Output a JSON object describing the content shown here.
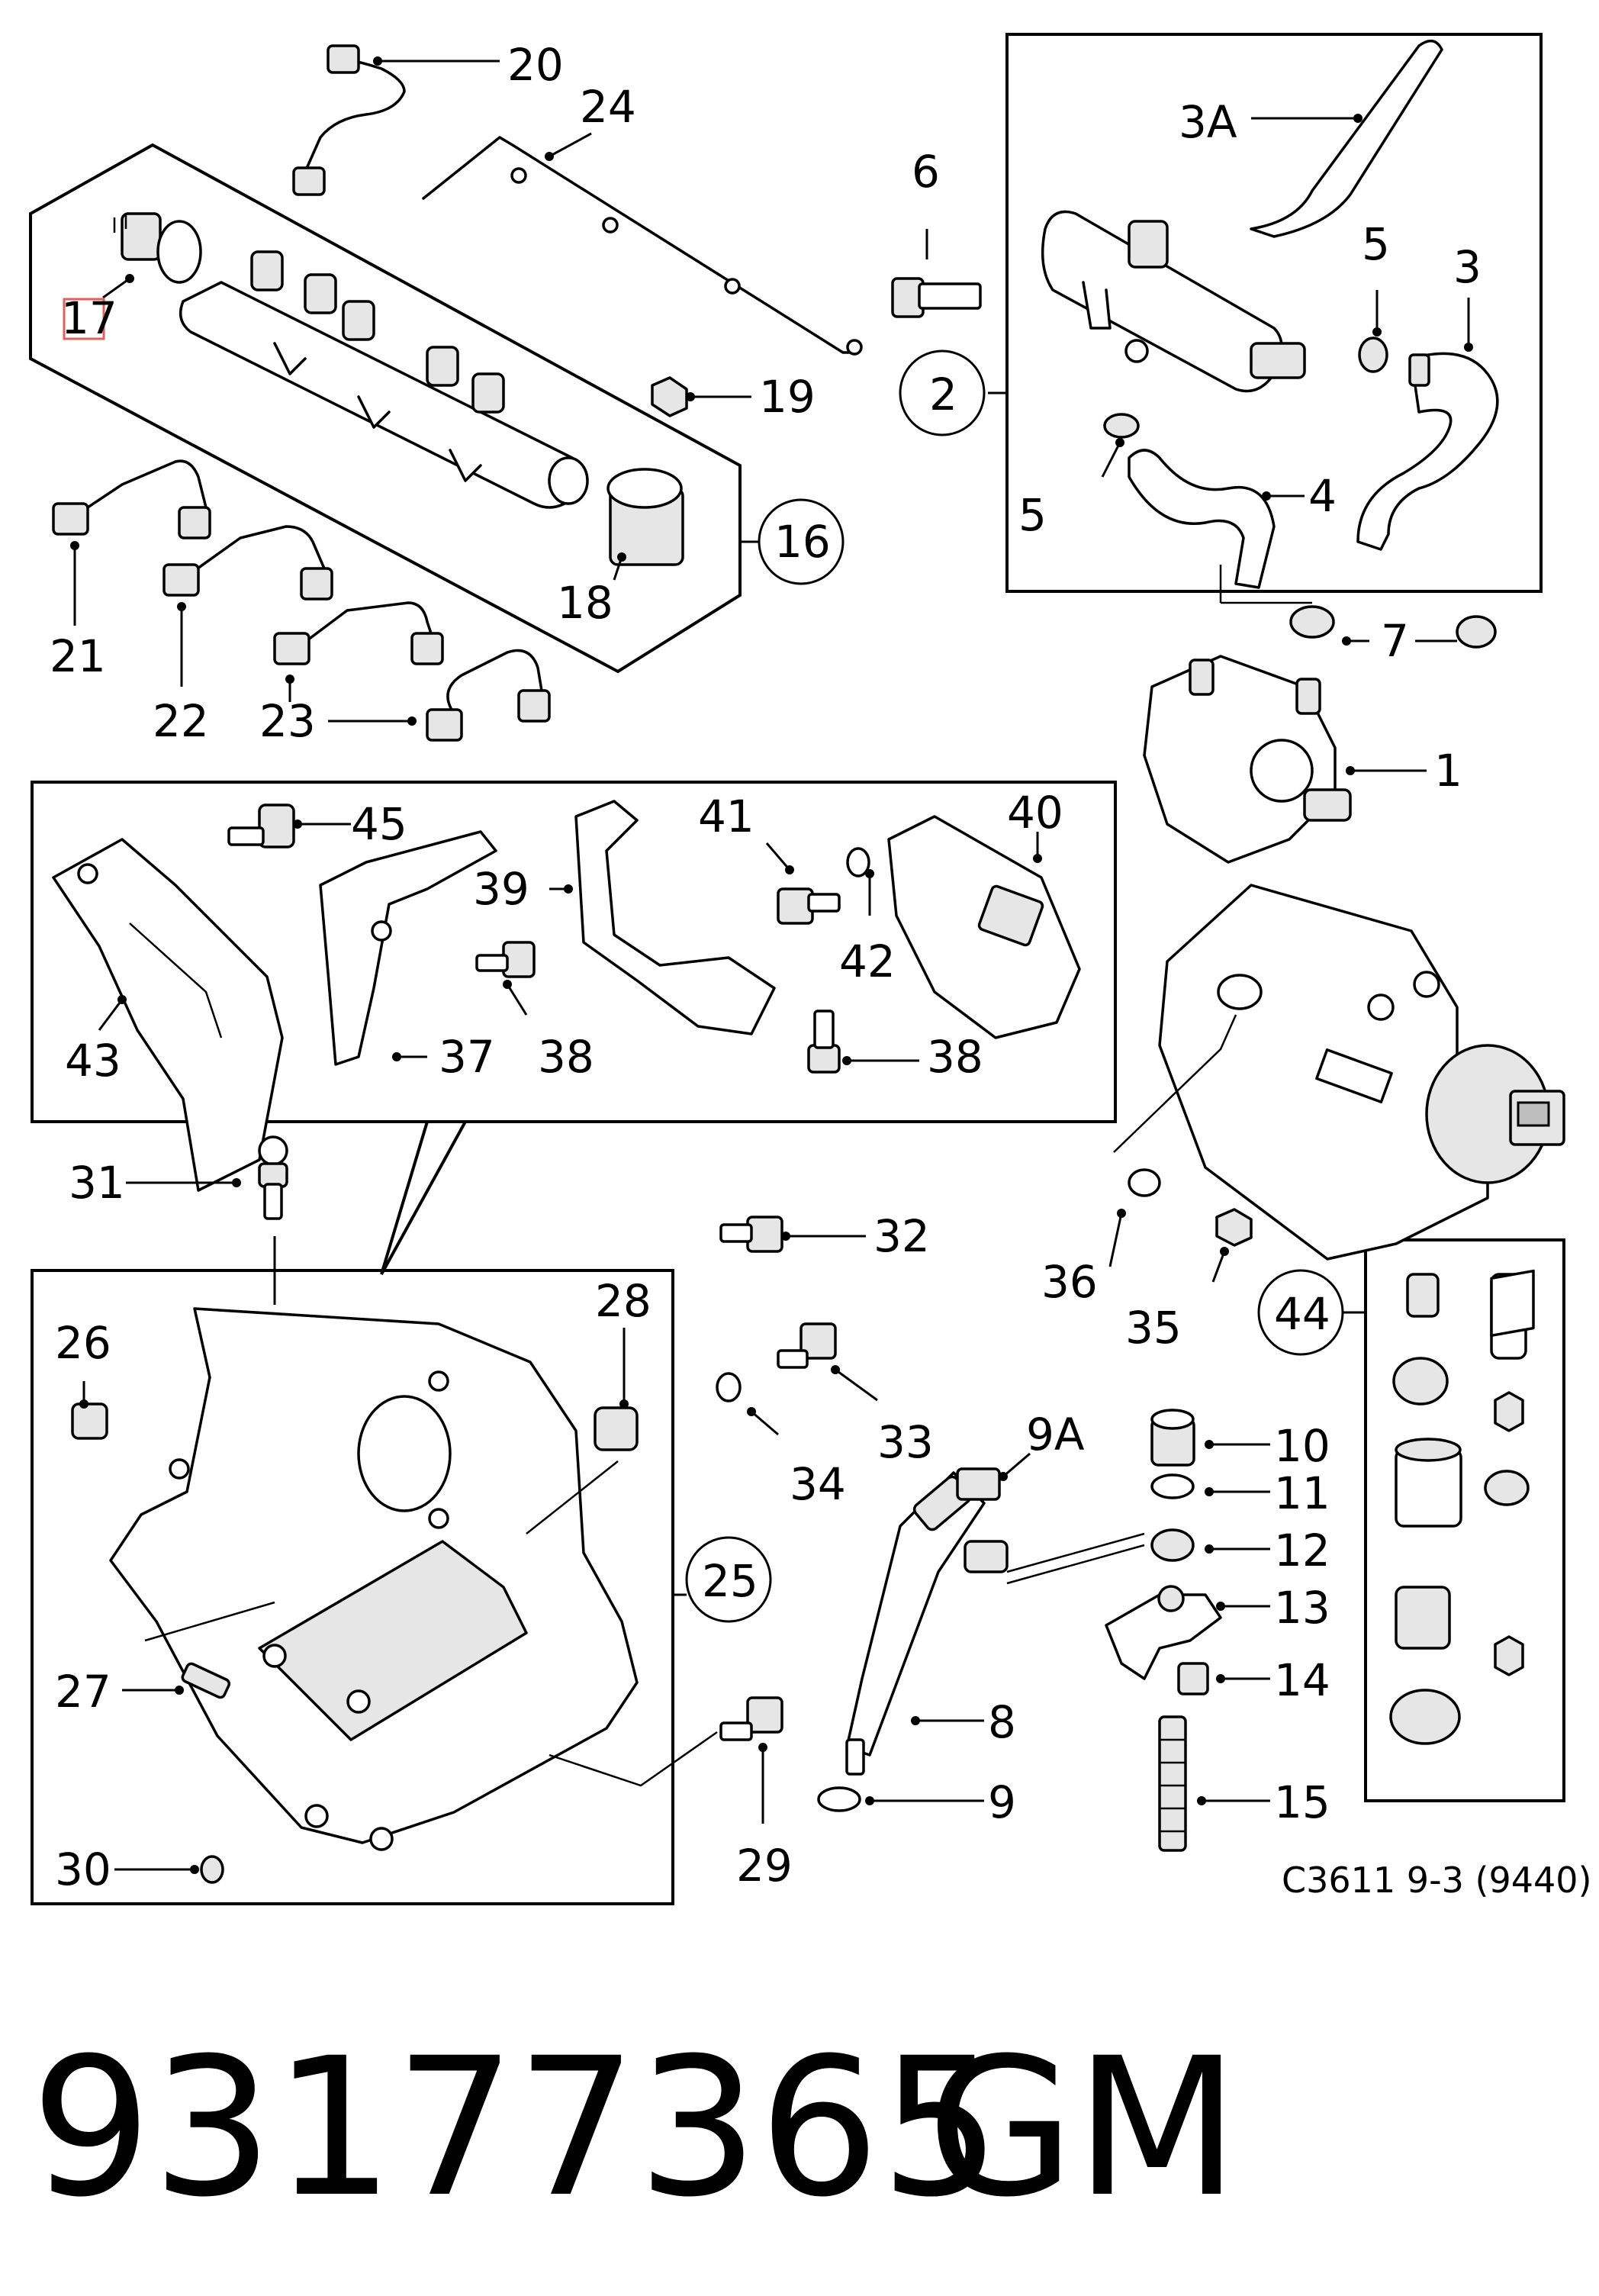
{
  "diagram": {
    "callouts": {
      "p1": "1",
      "p2": "2",
      "p3": "3",
      "p3A": "3A",
      "p4": "4",
      "p5a": "5",
      "p5b": "5",
      "p6": "6",
      "p7": "7",
      "p8": "8",
      "p9": "9",
      "p9A": "9A",
      "p10": "10",
      "p11": "11",
      "p12": "12",
      "p13": "13",
      "p14": "14",
      "p15": "15",
      "p16": "16",
      "p17": "17",
      "p18": "18",
      "p19": "19",
      "p20": "20",
      "p21": "21",
      "p22": "22",
      "p23": "23",
      "p24": "24",
      "p25": "25",
      "p26": "26",
      "p27": "27",
      "p28": "28",
      "p29": "29",
      "p30": "30",
      "p31": "31",
      "p32": "32",
      "p33": "33",
      "p34": "34",
      "p35": "35",
      "p36": "36",
      "p37": "37",
      "p38a": "38",
      "p38b": "38",
      "p39": "39",
      "p40": "40",
      "p41": "41",
      "p42": "42",
      "p43": "43",
      "p44": "44",
      "p45": "45"
    },
    "reference": "C3611 9-3 (9440)",
    "highlight_color": "#e06060"
  },
  "footer": {
    "part_number": "93177365",
    "brand": "GM"
  }
}
